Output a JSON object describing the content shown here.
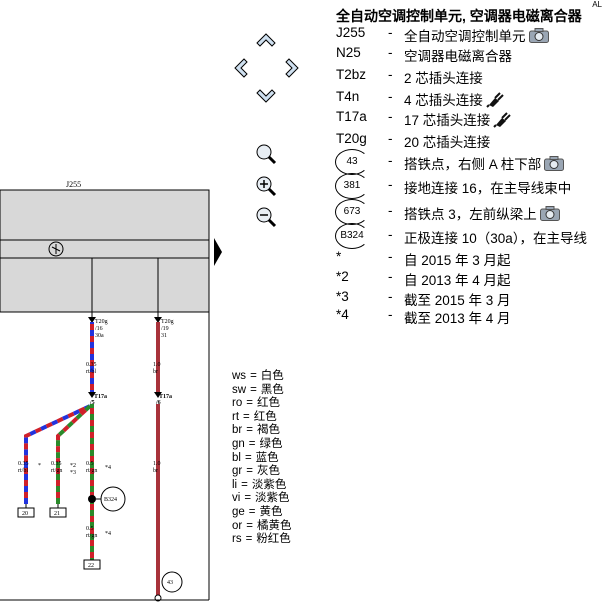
{
  "header": {
    "title": "全自动空调控制单元, 空调器电磁离合器",
    "corner_tag": "AL"
  },
  "legend": [
    {
      "code": "J255",
      "desc": "全自动空调控制单元",
      "icon": "camera-icon",
      "circle": false
    },
    {
      "code": "N25",
      "desc": "空调器电磁离合器",
      "icon": "",
      "circle": false
    },
    {
      "code": "T2bz",
      "desc": "2 芯插头连接",
      "icon": "",
      "circle": false
    },
    {
      "code": "T4n",
      "desc": "4 芯插头连接",
      "icon": "connector-icon",
      "circle": false
    },
    {
      "code": "T17a",
      "desc": "17 芯插头连接",
      "icon": "connector-icon",
      "circle": false
    },
    {
      "code": "T20g",
      "desc": "20 芯插头连接",
      "icon": "",
      "circle": false
    },
    {
      "code": "43",
      "desc": "搭铁点，右侧 A 柱下部",
      "icon": "camera-icon",
      "circle": true
    },
    {
      "code": "381",
      "desc": "接地连接 16，在主导线束中",
      "icon": "",
      "circle": true
    },
    {
      "code": "673",
      "desc": "搭铁点 3，左前纵梁上",
      "icon": "camera-icon",
      "circle": true
    },
    {
      "code": "B324",
      "desc": "正极连接 10（30a），在主导线",
      "icon": "",
      "circle": true
    },
    {
      "code": "*",
      "desc": "自 2015 年 3 月起",
      "icon": "",
      "circle": false
    },
    {
      "code": "*2",
      "desc": "自 2013 年 4 月起",
      "icon": "",
      "circle": false
    },
    {
      "code": "*3",
      "desc": "截至 2015 年 3 月",
      "icon": "",
      "circle": false
    },
    {
      "code": "*4",
      "desc": "截至 2013 年 4 月",
      "icon": "",
      "circle": false
    }
  ],
  "legend_dash": "-",
  "color_codes": [
    {
      "abbr": "ws",
      "name": "白色"
    },
    {
      "abbr": "sw",
      "name": "黑色"
    },
    {
      "abbr": "ro",
      "name": "红色"
    },
    {
      "abbr": "rt",
      "name": "红色"
    },
    {
      "abbr": "br",
      "name": "褐色"
    },
    {
      "abbr": "gn",
      "name": "绿色"
    },
    {
      "abbr": "bl",
      "name": "蓝色"
    },
    {
      "abbr": "gr",
      "name": "灰色"
    },
    {
      "abbr": "li",
      "name": "淡紫色"
    },
    {
      "abbr": "vi",
      "name": "淡紫色"
    },
    {
      "abbr": "ge",
      "name": "黄色"
    },
    {
      "abbr": "or",
      "name": "橘黄色"
    },
    {
      "abbr": "rs",
      "name": "粉红色"
    }
  ],
  "color_eq": "=",
  "diagram": {
    "component_label": "J255",
    "wire_colors": {
      "red": "#d0202a",
      "blue": "#2233dd",
      "green": "#2a8a2a",
      "brown": "#a8323a"
    },
    "connectors": {
      "c1": {
        "name": "T20g",
        "pin": "/16",
        "extra": "30a"
      },
      "c2": {
        "name": "T20g",
        "pin": "/19",
        "extra": "31"
      },
      "c3": {
        "name": "T17a",
        "pin": "/5"
      },
      "c4": {
        "name": "T17a",
        "pin": "/6"
      }
    },
    "wires": {
      "w1": {
        "size": "0.35",
        "color": "rt/bl"
      },
      "w2": {
        "size": "1.0",
        "color": "br"
      },
      "w3": {
        "size": "0.35",
        "color": "rt/bl"
      },
      "w4": {
        "size": "0.35",
        "color": "rt/gn"
      },
      "w5": {
        "size": "0.5",
        "color": "rt/gn"
      },
      "w6": {
        "size": "1.0",
        "color": "br"
      },
      "w7": {
        "size": "0.5",
        "color": "rt/gn"
      }
    },
    "notes": {
      "n1": "*",
      "n2": "*2",
      "n3": "*3",
      "n4": "*4",
      "n5": "*4"
    },
    "ref_boxes": {
      "r1": "20",
      "r2": "21",
      "r3": "22"
    },
    "nodes": {
      "b324": "B324",
      "ground43": "43"
    }
  }
}
